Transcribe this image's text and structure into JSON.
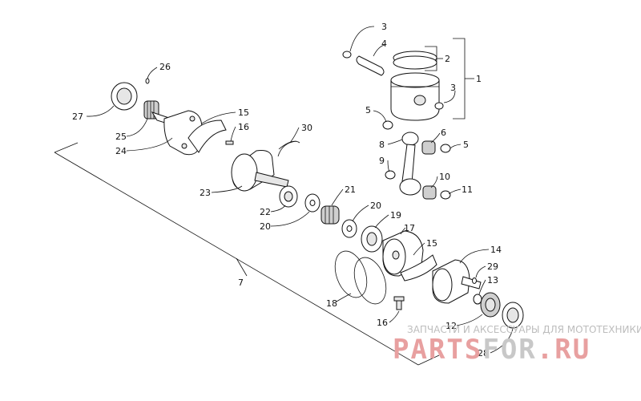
{
  "diagram": {
    "callouts": [
      "1",
      "2",
      "3",
      "3",
      "4",
      "5",
      "5",
      "6",
      "7",
      "8",
      "9",
      "10",
      "11",
      "12",
      "13",
      "14",
      "15",
      "15",
      "16",
      "16",
      "17",
      "18",
      "19",
      "20",
      "20",
      "21",
      "22",
      "23",
      "24",
      "25",
      "26",
      "27",
      "28",
      "29",
      "30"
    ]
  },
  "watermark": {
    "tagline": "ЗАПЧАСТИ И АКСЕССУАРЫ ДЛЯ МОТОТЕХНИКИ",
    "brand_a": "PARTS",
    "brand_b": "FOR",
    "brand_c": ".RU",
    "colors": {
      "red": "#e8a0a0",
      "gray": "#c8c8c8"
    }
  }
}
